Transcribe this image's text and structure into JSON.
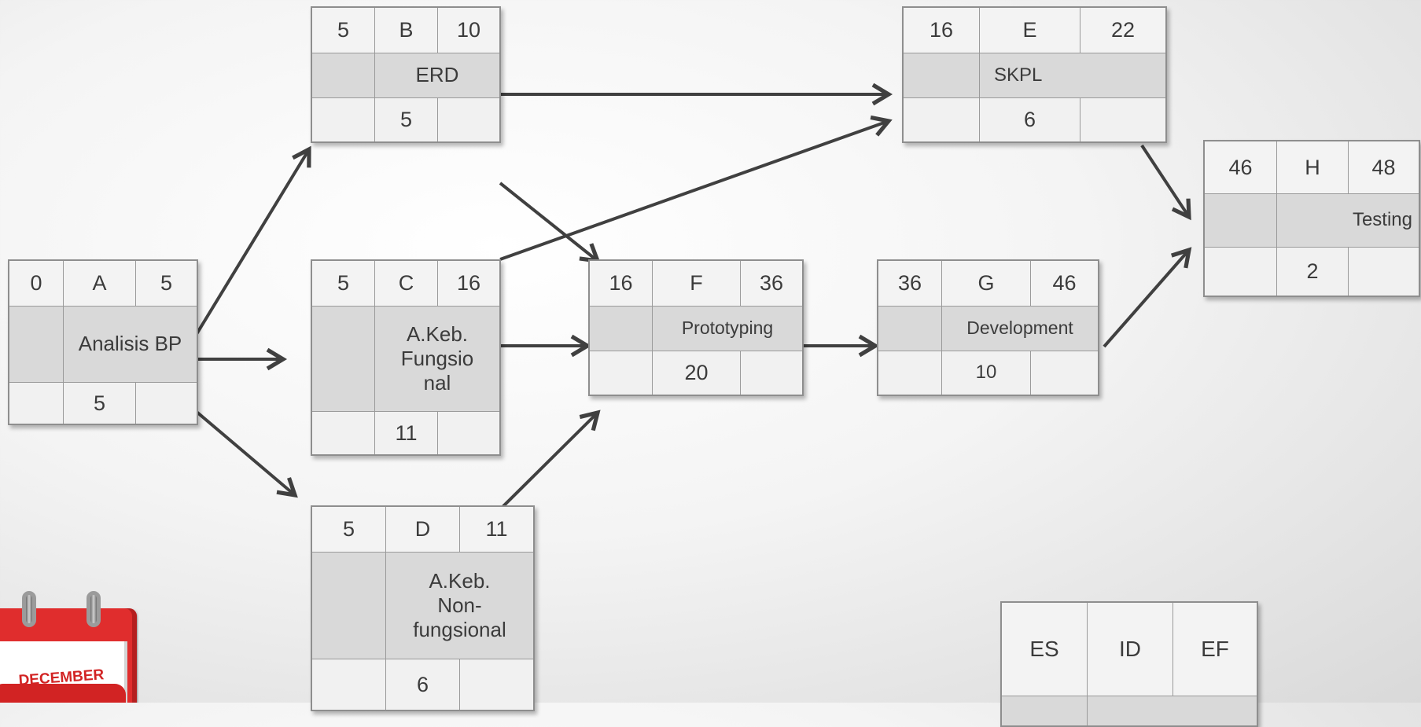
{
  "nodes": {
    "a": {
      "es": "0",
      "id": "A",
      "ef": "5",
      "name": "Analisis BP",
      "dur": "5"
    },
    "b": {
      "es": "5",
      "id": "B",
      "ef": "10",
      "name": "ERD",
      "dur": "5"
    },
    "c": {
      "es": "5",
      "id": "C",
      "ef": "16",
      "name": "A.Keb. Fungsio nal",
      "dur": "11"
    },
    "d": {
      "es": "5",
      "id": "D",
      "ef": "11",
      "name": "A.Keb. Non-fungsional",
      "dur": "6"
    },
    "e": {
      "es": "16",
      "id": "E",
      "ef": "22",
      "name": "SKPL",
      "dur": "6"
    },
    "f": {
      "es": "16",
      "id": "F",
      "ef": "36",
      "name": "Prototyping",
      "dur": "20"
    },
    "g": {
      "es": "36",
      "id": "G",
      "ef": "46",
      "name": "Development",
      "dur": "10"
    },
    "h": {
      "es": "46",
      "id": "H",
      "ef": "48",
      "name": "Testing",
      "dur": "2"
    }
  },
  "legend": {
    "es": "ES",
    "id": "ID",
    "ef": "EF"
  },
  "calendar": {
    "month": "DECEMBER"
  },
  "colors": {
    "arrow": "#404040",
    "cell_header": "#f3f3f3",
    "cell_name": "#d9d9d9",
    "border": "#8e8e8e",
    "calendar_red": "#e02d2d"
  }
}
